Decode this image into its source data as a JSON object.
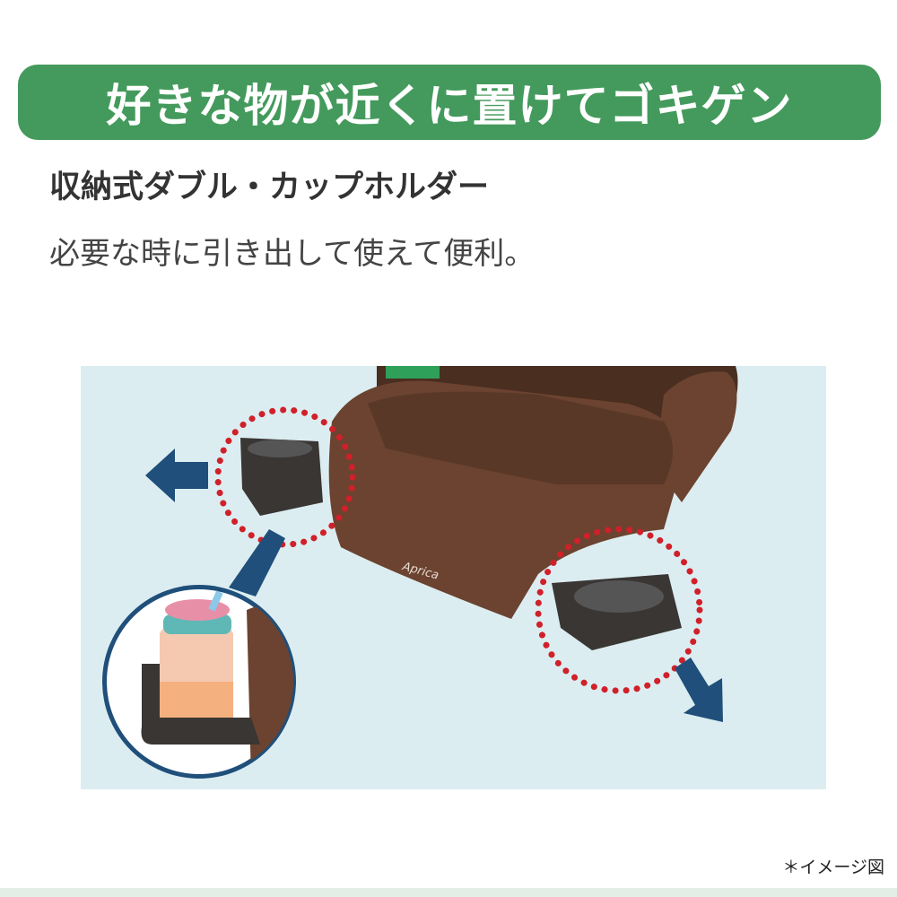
{
  "banner": {
    "title": "好きな物が近くに置けてゴキゲン"
  },
  "feature": {
    "subtitle": "収納式ダブル・カップホルダー",
    "description": "必要な時に引き出して使えて便利。"
  },
  "illustration": {
    "logo": "Aprica",
    "colors": {
      "background": "#dcedf1",
      "seat": "#6b4330",
      "highlight": "#d0202a",
      "arrow": "#1f4f7a"
    }
  },
  "footnote": "＊イメージ図",
  "colors": {
    "banner": "#449a5c",
    "text": "#333333"
  }
}
